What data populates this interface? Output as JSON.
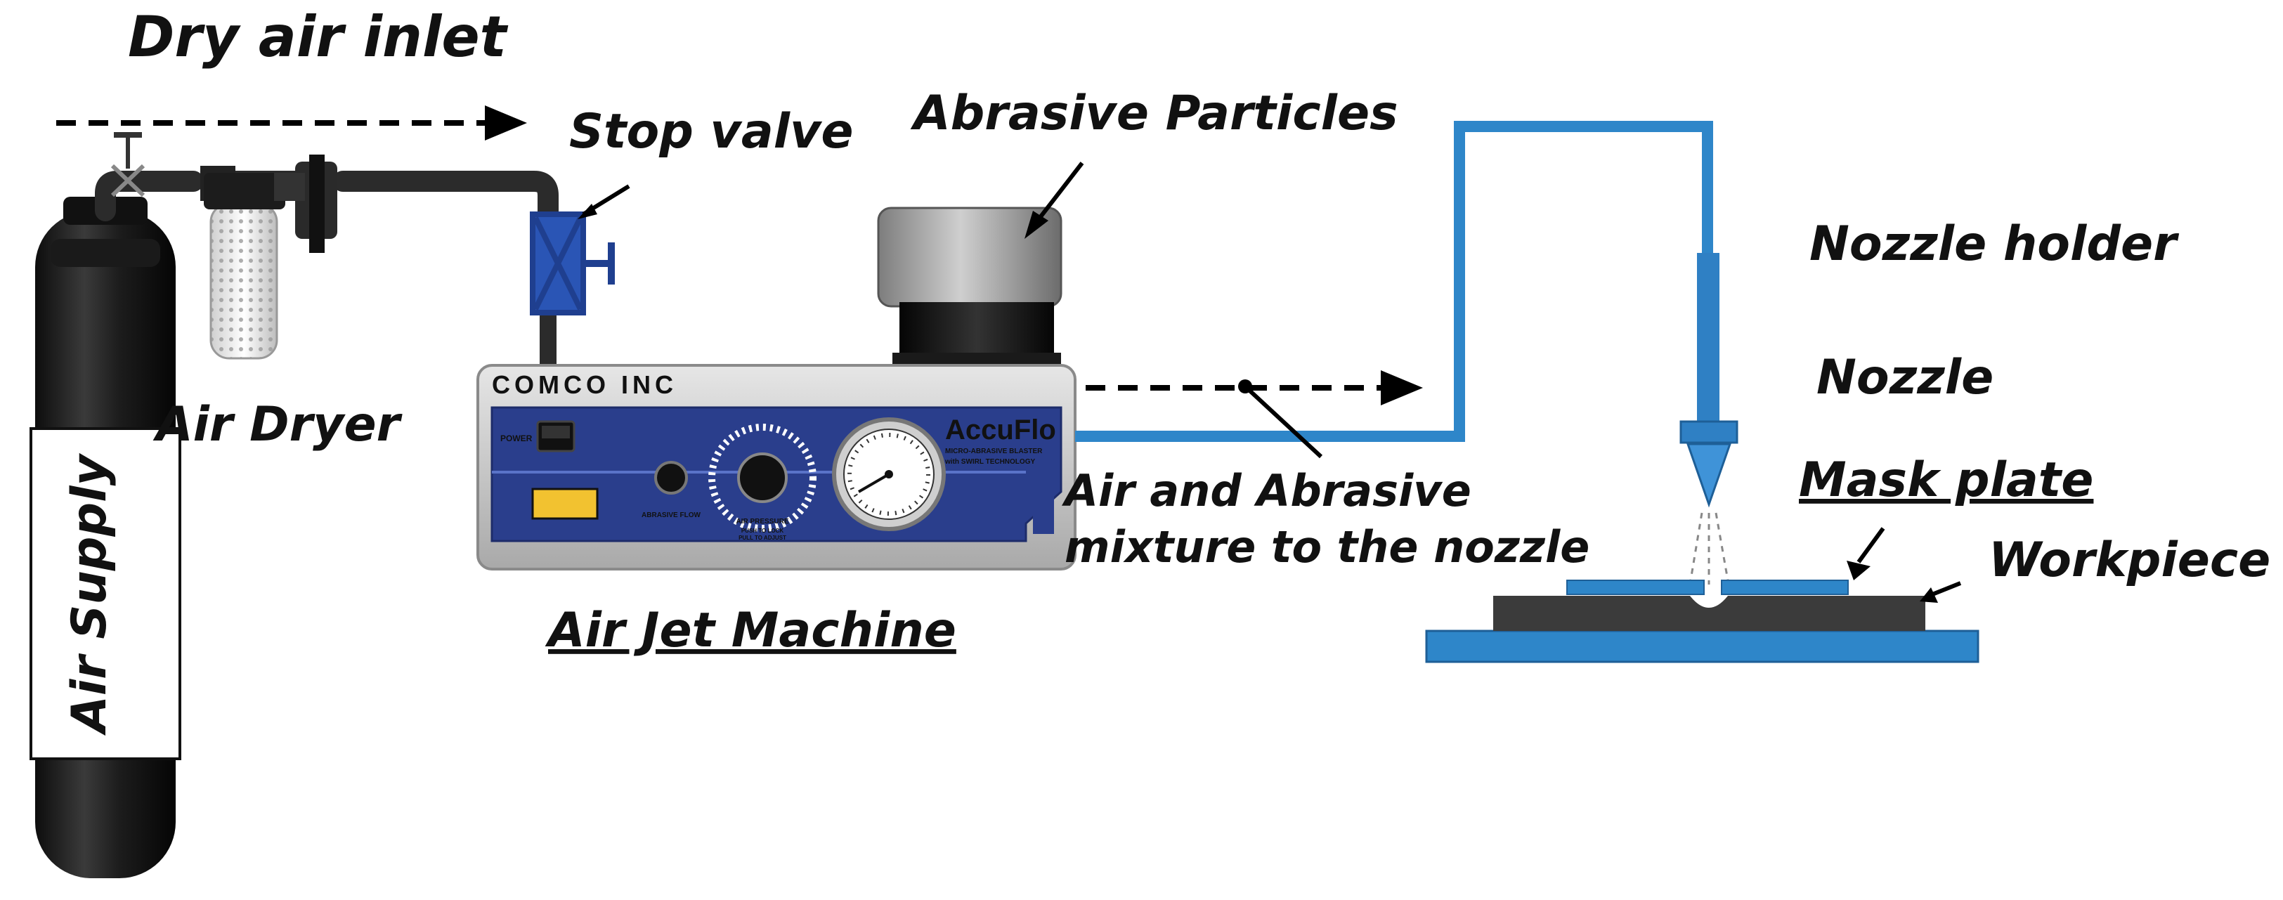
{
  "labels": {
    "dry_air_inlet": "Dry air inlet",
    "stop_valve": "Stop valve",
    "abrasive_particles": "Abrasive Particles",
    "nozzle_holder": "Nozzle holder",
    "nozzle": "Nozzle",
    "mask_plate": "Mask plate",
    "workpiece": "Workpiece",
    "air_dryer": "Air Dryer",
    "air_supply": "Air Supply",
    "air_jet_machine": "Air Jet Machine",
    "mixture_line1": "Air and Abrasive",
    "mixture_line2": "mixture to the nozzle"
  },
  "machine": {
    "brand": "COMCO INC",
    "logo": "AccuFlo",
    "logo_sub1": "MICRO-ABRASIVE BLASTER",
    "logo_sub2": "with SWIRL TECHNOLOGY",
    "power": "POWER",
    "abrasive_flow": "ABRASIVE FLOW",
    "air_pressure": "AIR PRESSURE",
    "push_note1": "PUSH TO LOCK",
    "push_note2": "PULL TO ADJUST"
  },
  "colors": {
    "line_blue": "#2E86C9",
    "nozzle_blue": "#2F80C4",
    "valve_blue": "#1F3F8F",
    "panel_blue": "#2A3E8C",
    "workpiece_dark": "#3B3B3B",
    "pipe_dark": "#2B2B2B"
  }
}
